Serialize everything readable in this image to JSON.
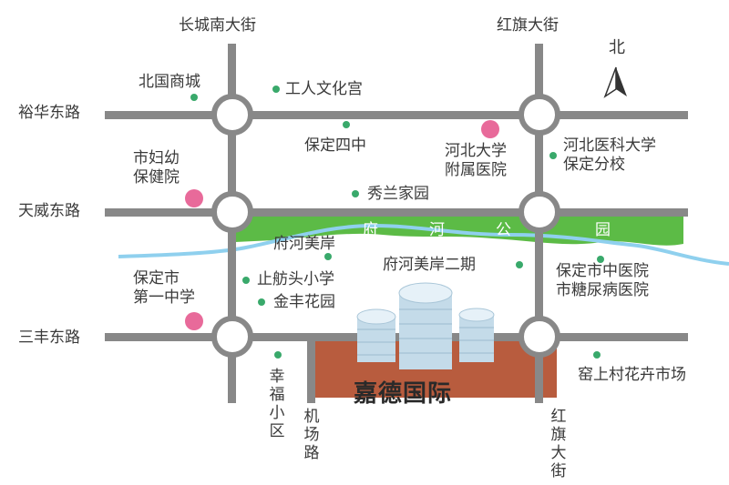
{
  "north": {
    "label": "北"
  },
  "roads": {
    "changcheng_south": "长城南大街",
    "hongqi_top": "红旗大街",
    "yuhua_east": "裕华东路",
    "tianwei_east": "天威东路",
    "sanfeng_east": "三丰东路",
    "airport": "机场路",
    "hongqi_bottom": "红旗大街"
  },
  "park": {
    "chars": [
      "府",
      "河",
      "公",
      "园"
    ]
  },
  "landmarks": {
    "beiguo": "北国商城",
    "gongren": "工人文化宫",
    "baoding4": "保定四中",
    "hebei_hosp": "河北大学\n附属医院",
    "medical_univ": "河北医科大学\n保定分校",
    "fuyou": "市妇幼\n保健院",
    "xiulan": "秀兰家园",
    "fuhe_meian": "府河美岸",
    "fuhe_meian2": "府河美岸二期",
    "zhongyi": "保定市中医院\n市糖尿病医院",
    "school1": "保定市\n第一中学",
    "zhifang": "止舫头小学",
    "jinfeng": "金丰花园",
    "xingfu": "幸福小区",
    "yaoshang": "窑上村花卉市场"
  },
  "project": {
    "name": "嘉德国际"
  },
  "colors": {
    "road": "#888888",
    "river": "#8fd0ee",
    "park": "#5cbb46",
    "site": "#b85c3e",
    "hospital": "#e86a9a",
    "poi": "#39a96b"
  }
}
